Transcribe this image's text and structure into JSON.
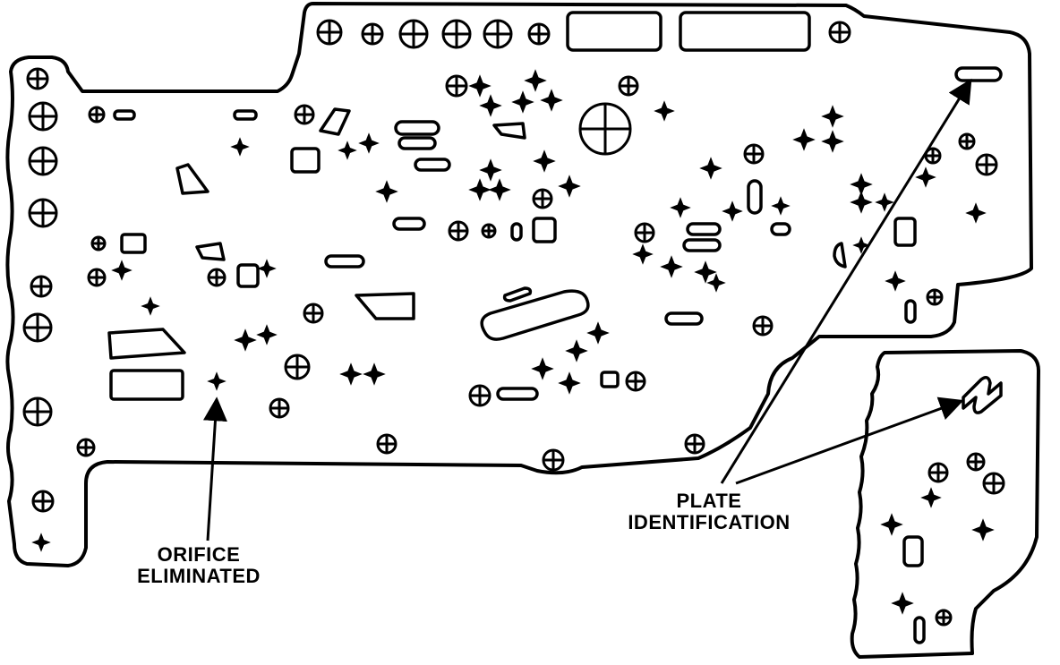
{
  "diagram": {
    "callouts": {
      "orifice": {
        "line1": "ORIFICE",
        "line2": "ELIMINATED"
      },
      "plate": {
        "line1": "PLATE",
        "line2": "IDENTIFICATION"
      }
    },
    "colors": {
      "ink": "#000000",
      "paper": "#ffffff"
    }
  }
}
